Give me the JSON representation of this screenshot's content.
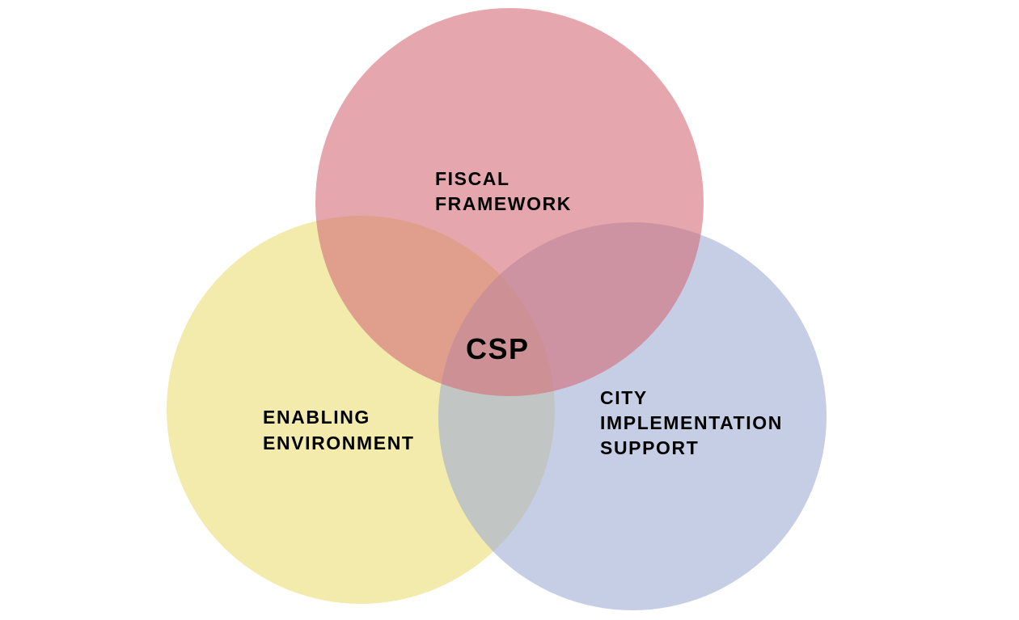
{
  "diagram": {
    "type": "venn",
    "center_label": "CSP",
    "circles": [
      {
        "id": "fiscal",
        "lines": [
          "FISCAL",
          "FRAMEWORK"
        ],
        "color": "#d36d76"
      },
      {
        "id": "city",
        "lines": [
          "CITY",
          "IMPLEMENTATION",
          "SUPPORT"
        ],
        "color": "#a0aed4"
      },
      {
        "id": "enabling",
        "lines": [
          "ENABLING",
          "ENVIRONMENT"
        ],
        "color": "#ebe17f"
      }
    ]
  }
}
